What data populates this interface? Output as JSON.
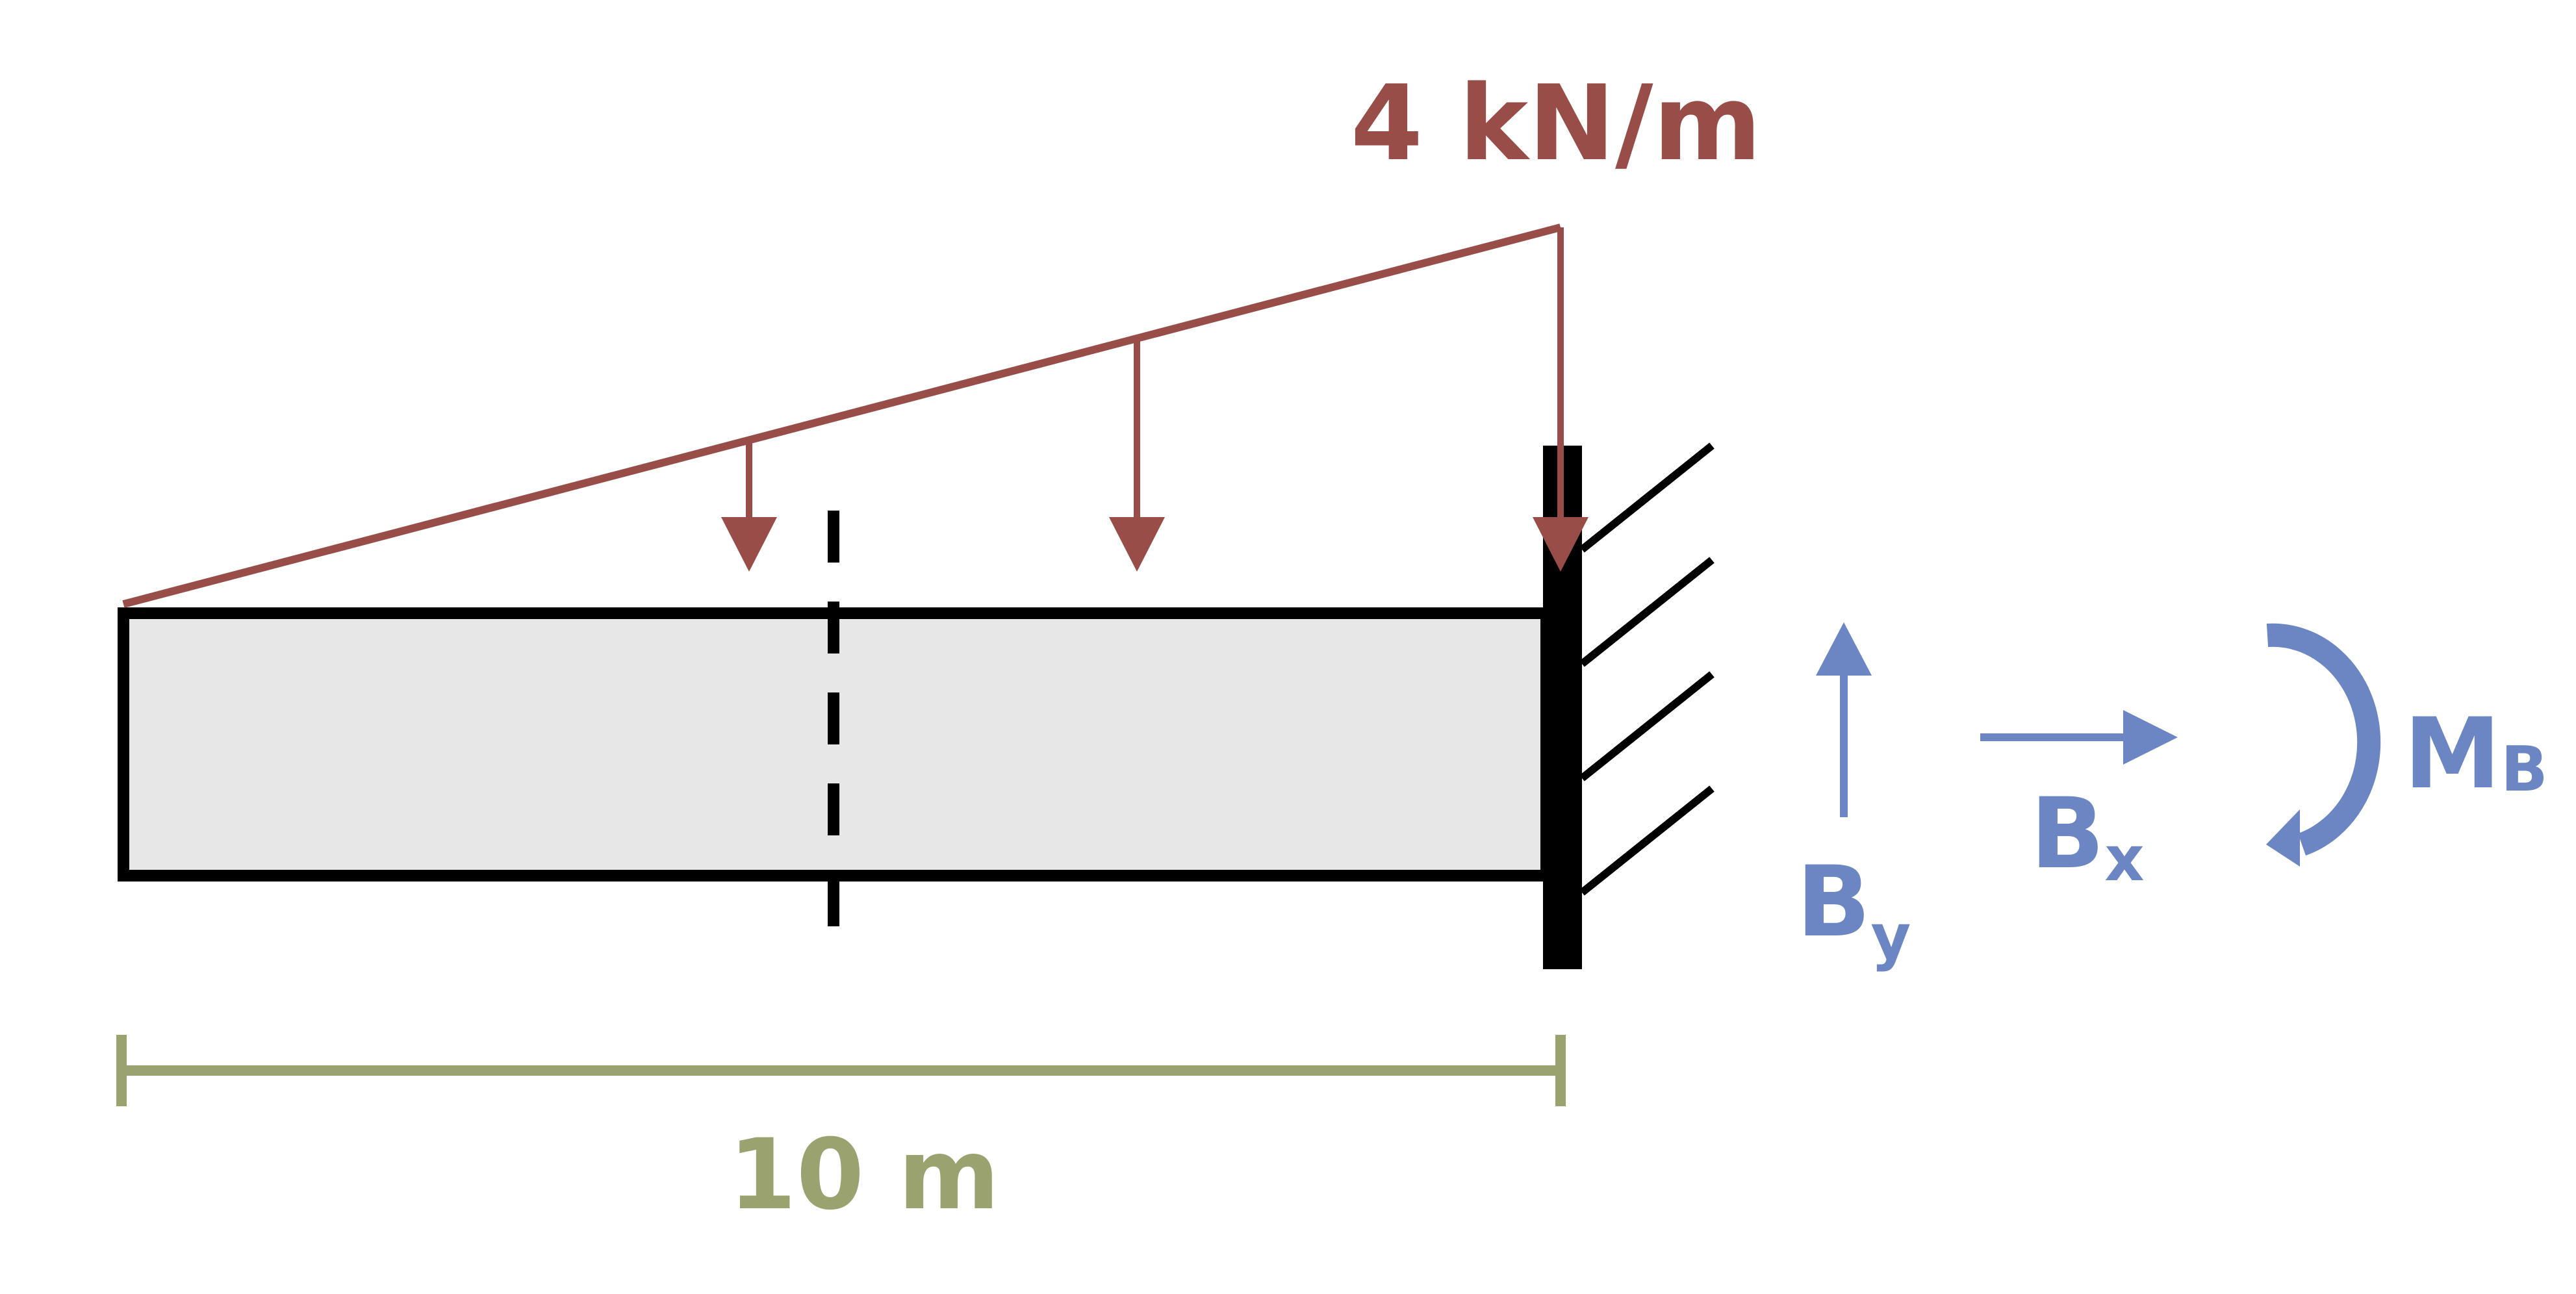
{
  "load": {
    "label": "4 kN/m"
  },
  "dimension": {
    "label": "10 m"
  },
  "reactions": {
    "by": {
      "main": "B",
      "sub": "y"
    },
    "bx": {
      "main": "B",
      "sub": "x"
    },
    "mb": {
      "main": "M",
      "sub": "B"
    }
  },
  "colors": {
    "load": "#984d48",
    "reaction": "#6b86c3",
    "dimension": "#9aa370",
    "beam_fill": "#e7e7e7",
    "beam_stroke": "#000000"
  }
}
